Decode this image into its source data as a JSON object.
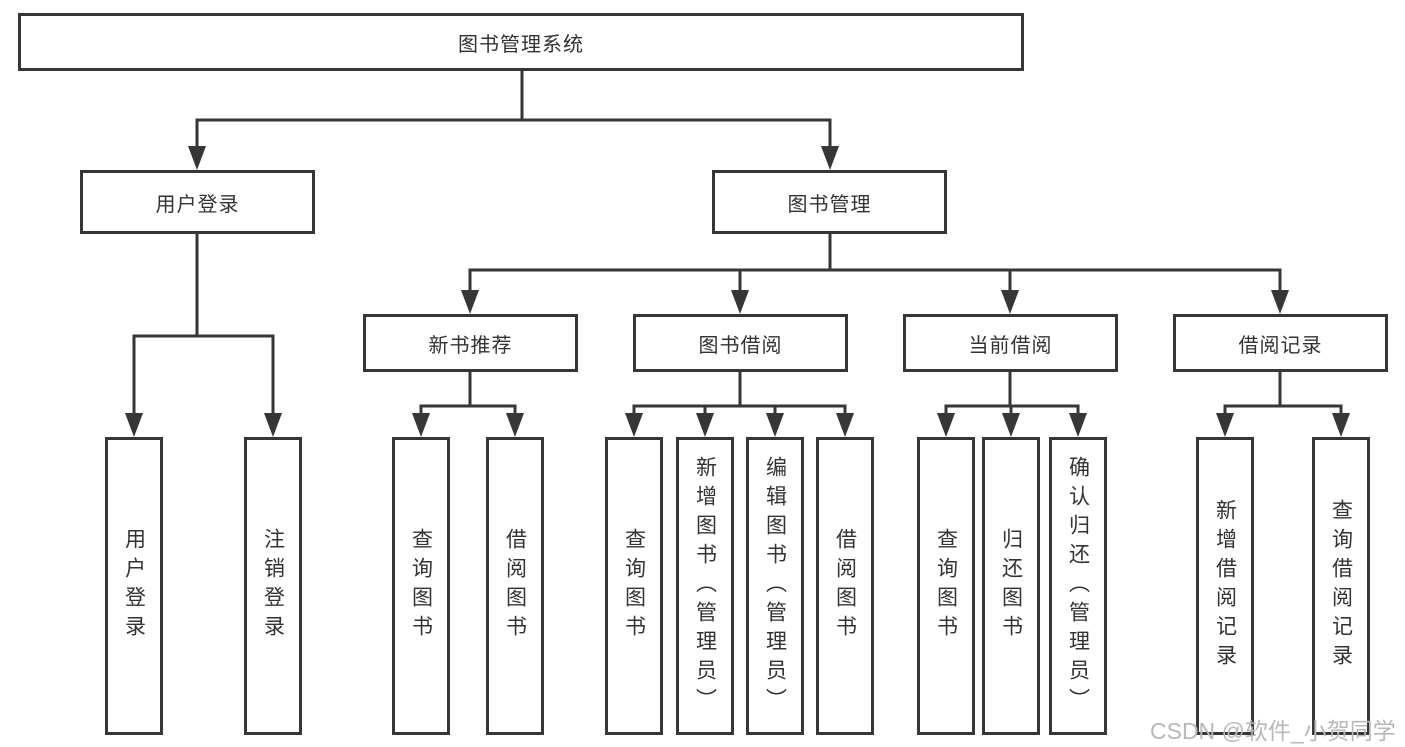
{
  "tree": {
    "label": "图书管理系统",
    "children": [
      {
        "label": "用户登录",
        "children": [
          {
            "label": "用户登录"
          },
          {
            "label": "注销登录"
          }
        ]
      },
      {
        "label": "图书管理",
        "children": [
          {
            "label": "新书推荐",
            "children": [
              {
                "label": "查询图书"
              },
              {
                "label": "借阅图书"
              }
            ]
          },
          {
            "label": "图书借阅",
            "children": [
              {
                "label": "查询图书"
              },
              {
                "label": "新增图书（管理员）"
              },
              {
                "label": "编辑图书（管理员）"
              },
              {
                "label": "借阅图书"
              }
            ]
          },
          {
            "label": "当前借阅",
            "children": [
              {
                "label": "查询图书"
              },
              {
                "label": "归还图书"
              },
              {
                "label": "确认归还（管理员）"
              }
            ]
          },
          {
            "label": "借阅记录",
            "children": [
              {
                "label": "新增借阅记录"
              },
              {
                "label": "查询借阅记录"
              }
            ]
          }
        ]
      }
    ]
  },
  "watermark": "CSDN @软件_小贺同学",
  "colors": {
    "line": "#363636",
    "text": "#333333",
    "watermark": "#b8b8b8",
    "background": "#ffffff"
  }
}
